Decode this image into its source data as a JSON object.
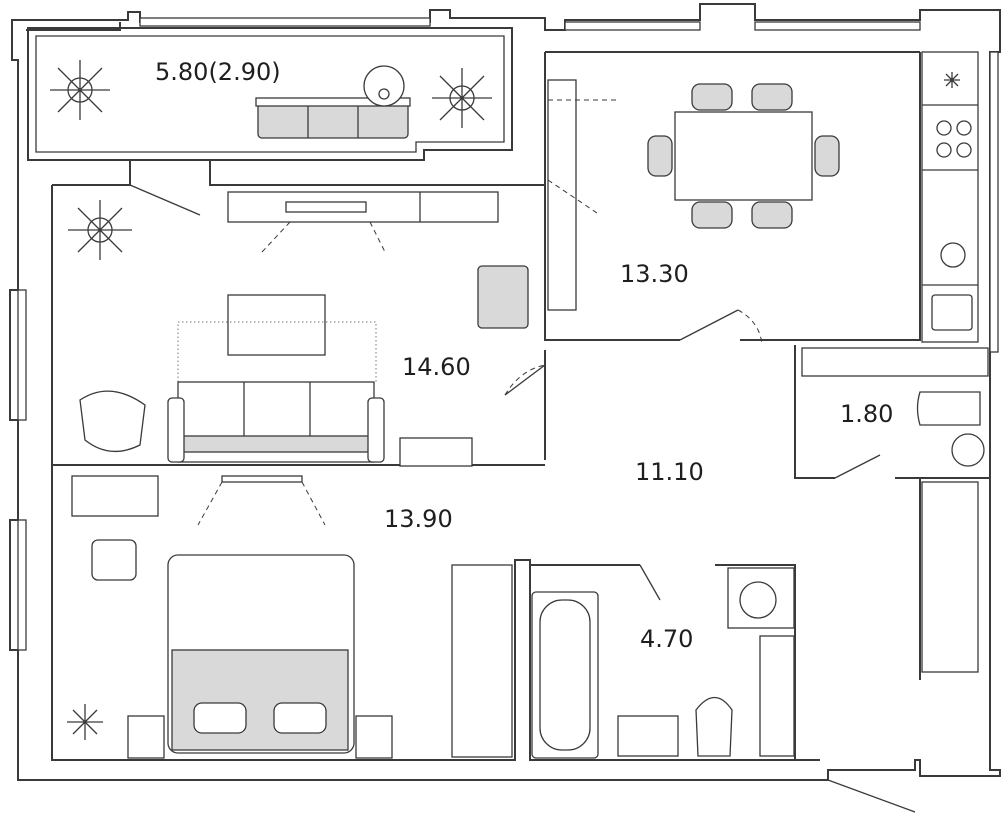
{
  "rooms": {
    "balcony": "5.80(2.90)",
    "kitchen": "13.30",
    "living": "14.60",
    "bathroom_small": "1.80",
    "hall": "11.10",
    "bedroom": "13.90",
    "bathroom": "4.70"
  },
  "colors": {
    "wall": "#3a3a3a",
    "fill_grey": "#d9d9d9",
    "background": "#ffffff"
  }
}
